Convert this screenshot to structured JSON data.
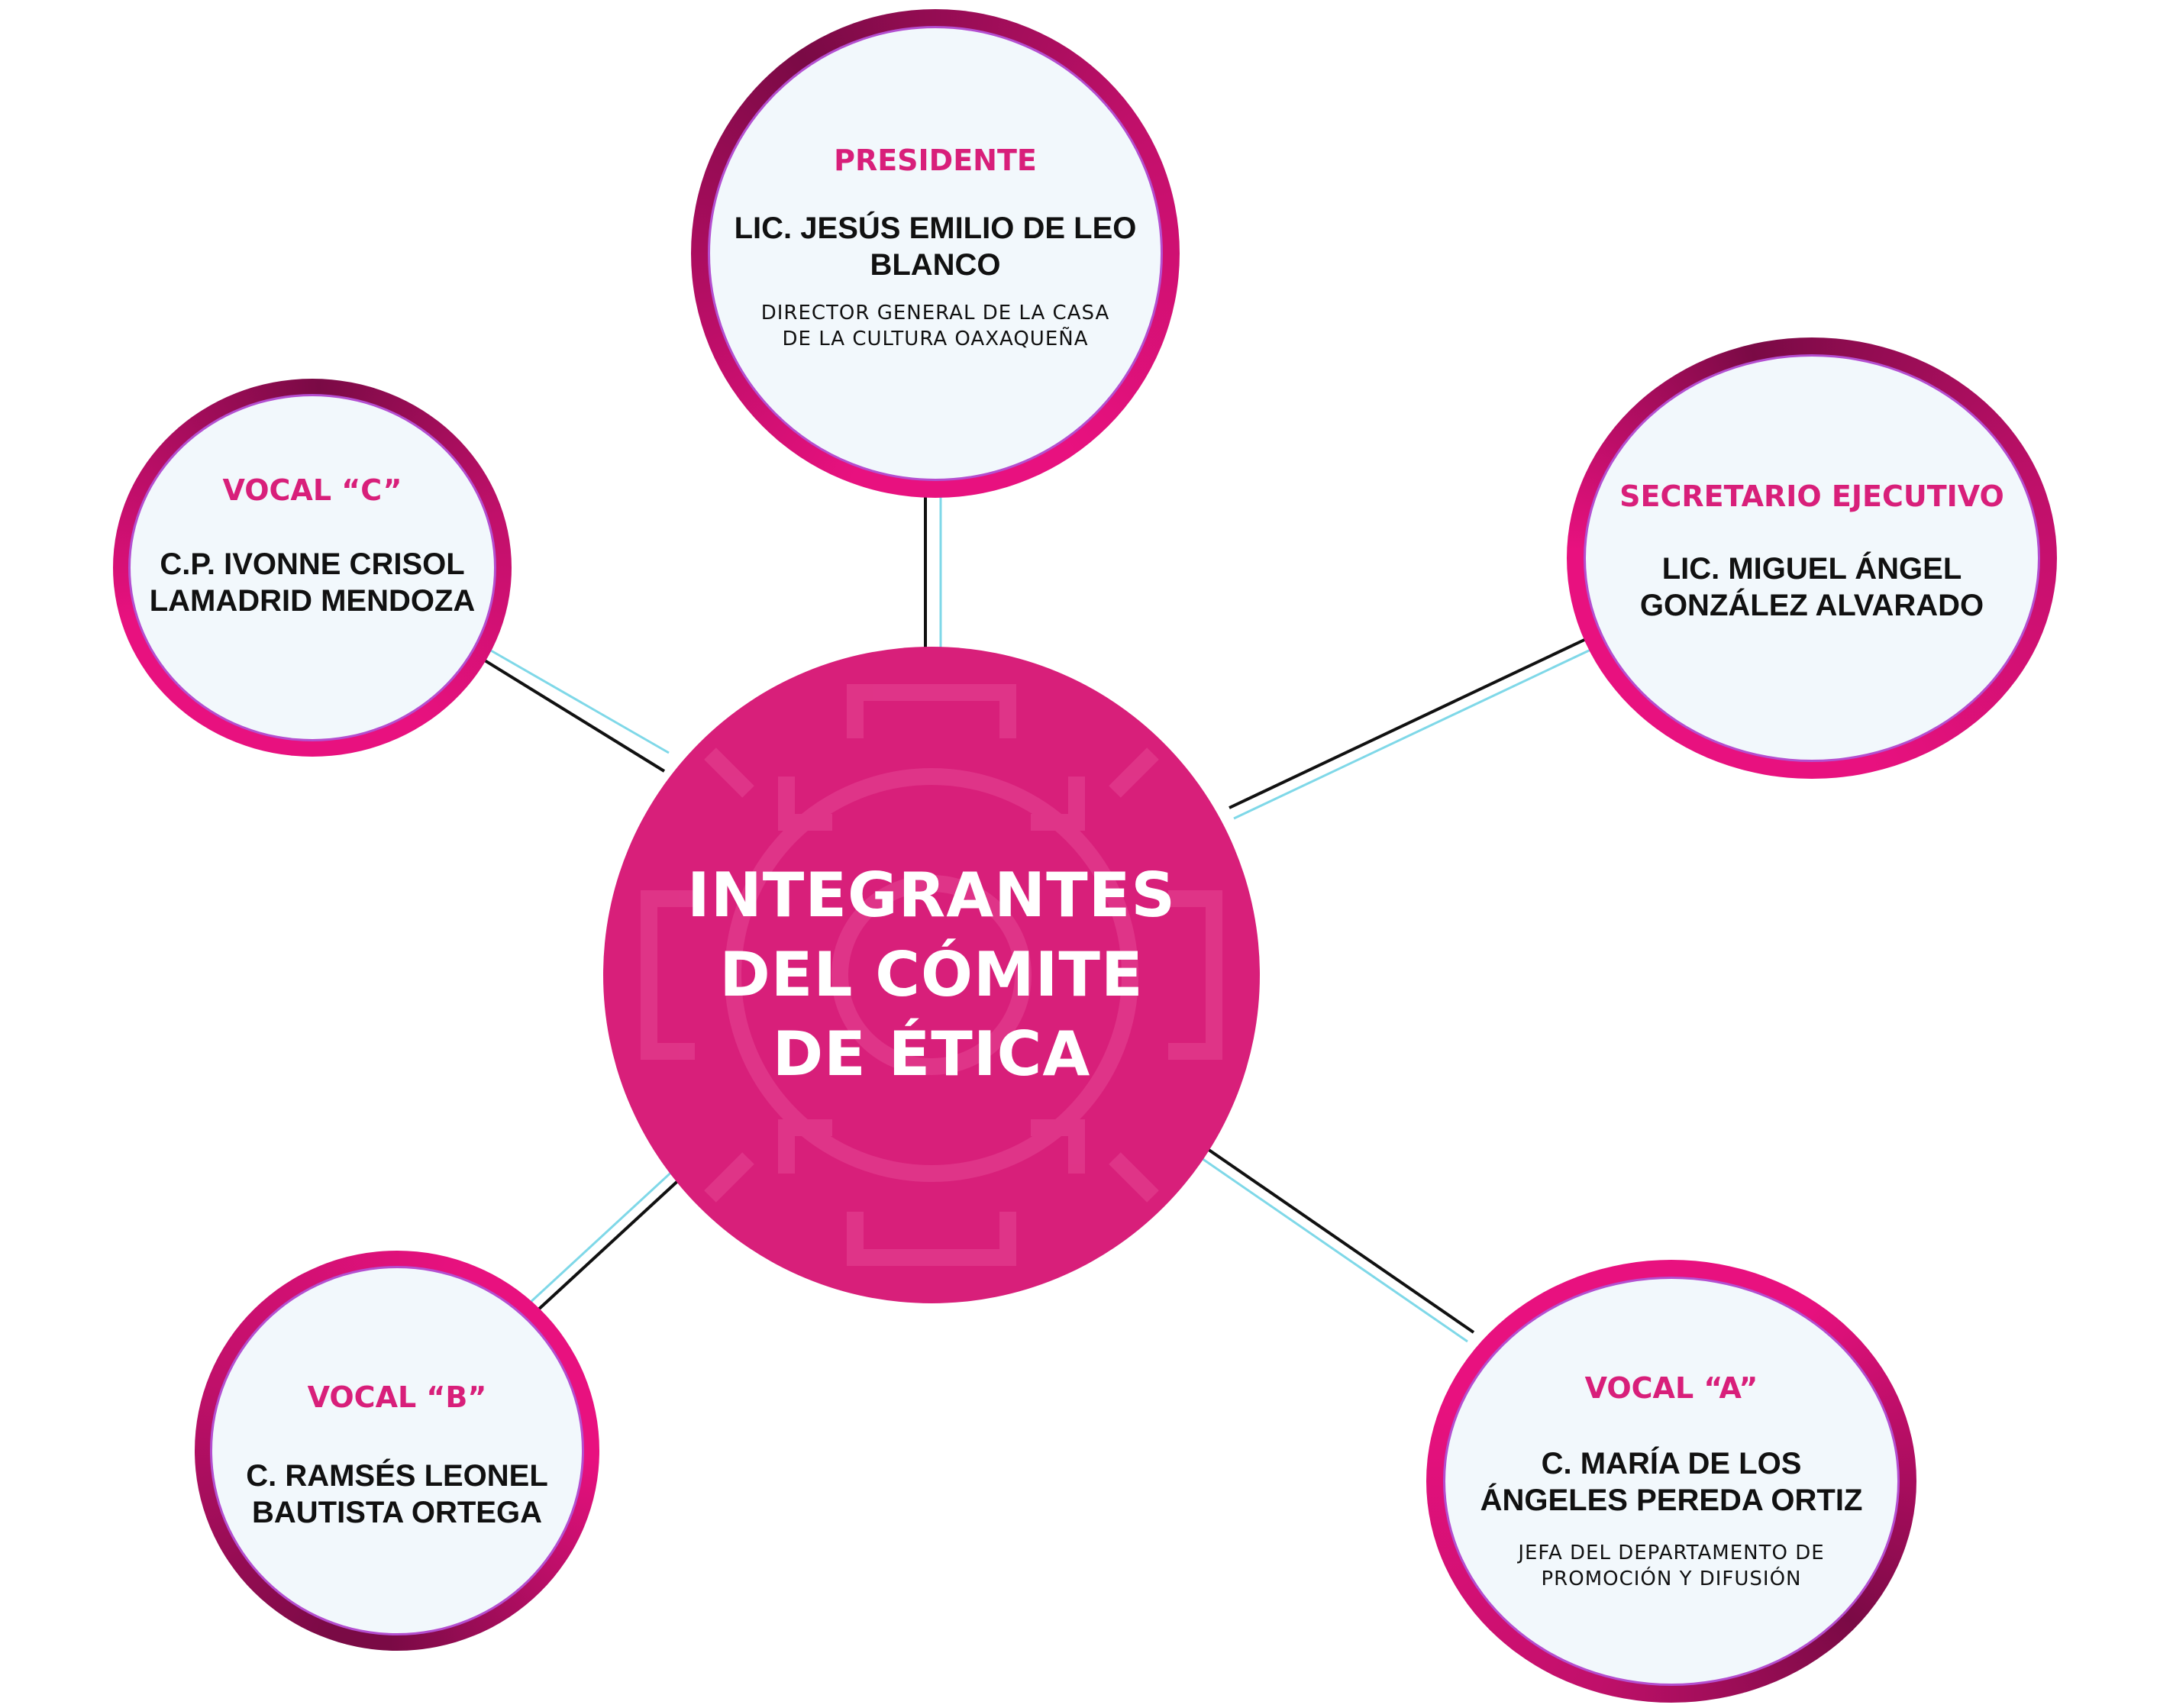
{
  "title_lines": [
    "INTEGRANTES",
    "DEL CÓMITE",
    "DE ÉTICA"
  ],
  "colors": {
    "center_fill": "#d81f7a",
    "role_text": "#d81f7a",
    "ring_dark": "#7a0a45",
    "ring_bright": "#e8117f",
    "inner_border": "#b44fd0",
    "inner_fill": "#f2f8fc",
    "connector": "#111111",
    "connector_shadow": "#7fd8e8"
  },
  "members": {
    "presidente": {
      "role": "PRESIDENTE",
      "name_lines": [
        "LIC. JESÚS EMILIO DE LEO",
        "BLANCO"
      ],
      "desc_lines": [
        "DIRECTOR GENERAL DE LA CASA",
        "DE LA CULTURA OAXAQUEÑA"
      ]
    },
    "secretario": {
      "role": "SECRETARIO EJECUTIVO",
      "name_lines": [
        "LIC. MIGUEL ÁNGEL",
        "GONZÁLEZ ALVARADO"
      ],
      "desc_lines": []
    },
    "vocal_c": {
      "role": "VOCAL “C”",
      "name_lines": [
        "C.P. IVONNE CRISOL",
        "LAMADRID MENDOZA"
      ],
      "desc_lines": []
    },
    "vocal_b": {
      "role": "VOCAL “B”",
      "name_lines": [
        "C. RAMSÉS LEONEL",
        "BAUTISTA ORTEGA"
      ],
      "desc_lines": []
    },
    "vocal_a": {
      "role": "VOCAL “A”",
      "name_lines": [
        "C. MARÍA DE LOS",
        "ÁNGELES PEREDA ORTIZ"
      ],
      "desc_lines": [
        "JEFA DEL DEPARTAMENTO DE",
        "PROMOCIÓN Y DIFUSIÓN"
      ]
    }
  }
}
